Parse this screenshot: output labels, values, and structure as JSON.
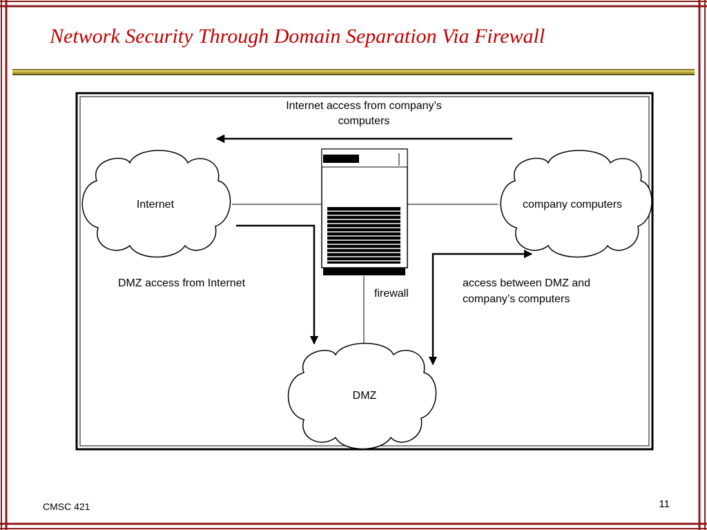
{
  "slide": {
    "title": "Network Security Through Domain Separation Via Firewall",
    "footer_left": "CMSC 421",
    "page_number": "11"
  },
  "colors": {
    "frame": "#8b1a1a",
    "title": "#c00000",
    "rule_gold": "#b5a33a",
    "rule_dark": "#5a5012"
  },
  "diagram": {
    "top_arrow_label_line1": "Internet access from company’s",
    "top_arrow_label_line2": "computers",
    "internet_label": "Internet",
    "company_label": "company computers",
    "dmz_label": "DMZ",
    "firewall_label": "firewall",
    "dmz_access_label": "DMZ access from Internet",
    "between_label_line1": "access between DMZ and",
    "between_label_line2": "company’s computers"
  }
}
